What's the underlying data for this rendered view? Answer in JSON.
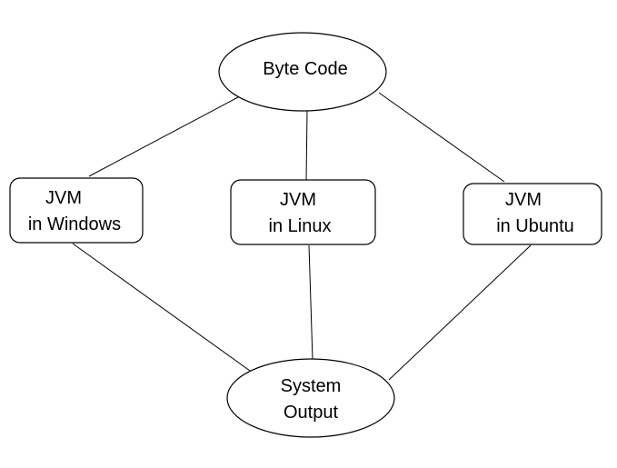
{
  "diagram": {
    "nodes": {
      "byte_code": {
        "label": "Byte Code"
      },
      "jvm_windows": {
        "line1": "JVM",
        "line2": "in Windows"
      },
      "jvm_linux": {
        "line1": "JVM",
        "line2": "in Linux"
      },
      "jvm_ubuntu": {
        "line1": "JVM",
        "line2": "in Ubuntu"
      },
      "system_output": {
        "line1": "System",
        "line2": "Output"
      }
    },
    "edges": [
      {
        "from": "byte_code",
        "to": "jvm_windows"
      },
      {
        "from": "byte_code",
        "to": "jvm_linux"
      },
      {
        "from": "byte_code",
        "to": "jvm_ubuntu"
      },
      {
        "from": "jvm_windows",
        "to": "system_output"
      },
      {
        "from": "jvm_linux",
        "to": "system_output"
      },
      {
        "from": "jvm_ubuntu",
        "to": "system_output"
      }
    ],
    "colors": {
      "stroke": "#000000",
      "fill": "#ffffff",
      "text": "#000000"
    }
  }
}
